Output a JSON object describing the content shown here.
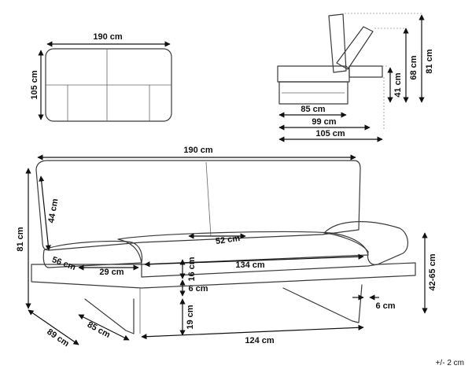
{
  "title": "",
  "dimensions": {
    "top_width": "190 cm",
    "top_depth": "105 cm",
    "side_seat_depth": "85 cm",
    "side_mid_depth": "99 cm",
    "side_full_depth": "105 cm",
    "side_seat_height": "41 cm",
    "side_back_height": "68 cm",
    "side_total_height": "81 cm",
    "front_width": "190 cm",
    "back_height": "44 cm",
    "total_height": "81 cm",
    "arm_depth": "56 cm",
    "arm_width": "29 cm",
    "seat_depth": "52 cm",
    "seat_width": "134 cm",
    "cushion_height": "16 cm",
    "frame_height": "6 cm",
    "leg_height": "19 cm",
    "leg_span": "124 cm",
    "depth": "89 cm",
    "base_depth": "85 cm",
    "leg_width": "6 cm",
    "arm_height_range": "42-65 cm",
    "tolerance": "+/- 2 cm"
  }
}
